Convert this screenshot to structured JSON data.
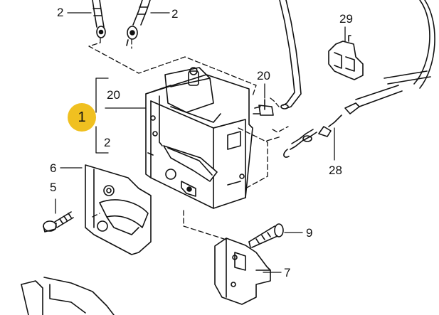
{
  "callout": {
    "label": "1",
    "color": "#f0c020"
  },
  "labels": {
    "l2_top_left": "2",
    "l2_top_right": "2",
    "l29": "29",
    "l20_right": "20",
    "l20_left": "20",
    "l2_bracket": "2",
    "l6": "6",
    "l5": "5",
    "l28": "28",
    "l9": "9",
    "l7": "7"
  }
}
